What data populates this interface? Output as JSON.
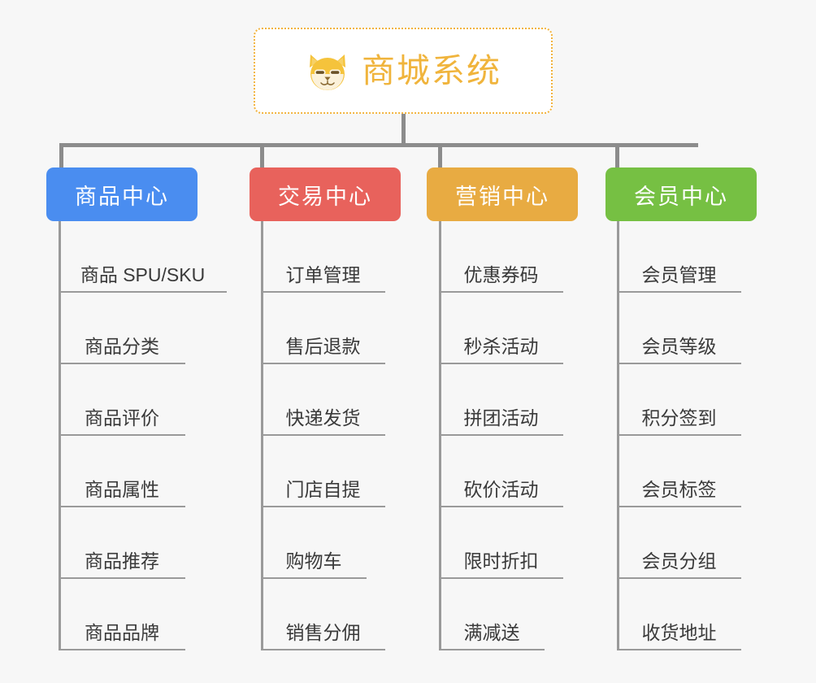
{
  "canvas": {
    "background": "#f7f7f7",
    "connector_color": "#8c8c8c",
    "leaf_line_color": "#9a9a9a",
    "leaf_text_color": "#3a3a3a"
  },
  "root": {
    "title": "商城系统",
    "icon": "shiba-inu-dog-face-emoji",
    "text_color": "#f0b43c",
    "border_color": "#f2b33d",
    "fill_color": "#ffffff"
  },
  "branches": [
    {
      "label": "商品中心",
      "color": "#4a8df0",
      "items": [
        "商品 SPU/SKU",
        "商品分类",
        "商品评价",
        "商品属性",
        "商品推荐",
        "商品品牌"
      ]
    },
    {
      "label": "交易中心",
      "color": "#e8625c",
      "items": [
        "订单管理",
        "售后退款",
        "快递发货",
        "门店自提",
        "购物车",
        "销售分佣"
      ]
    },
    {
      "label": "营销中心",
      "color": "#e8ab42",
      "items": [
        "优惠券码",
        "秒杀活动",
        "拼团活动",
        "砍价活动",
        "限时折扣",
        "满减送"
      ]
    },
    {
      "label": "会员中心",
      "color": "#76c043",
      "items": [
        "会员管理",
        "会员等级",
        "积分签到",
        "会员标签",
        "会员分组",
        "收货地址"
      ]
    }
  ]
}
